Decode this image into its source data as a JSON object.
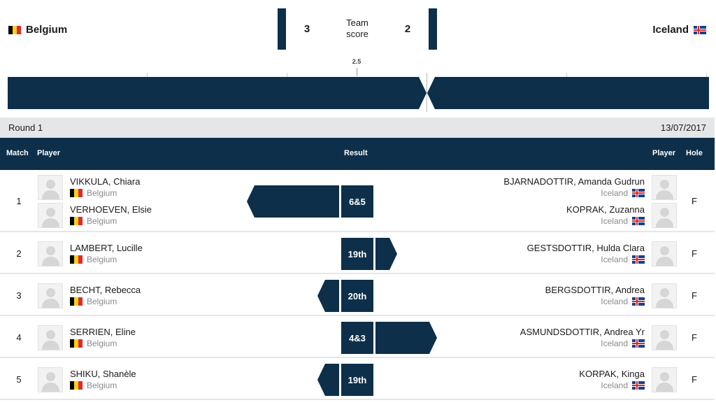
{
  "header": {
    "left_team": "Belgium",
    "right_team": "Iceland",
    "left_score": "3",
    "right_score": "2",
    "score_label_line1": "Team",
    "score_label_line2": "score",
    "midpoint_value": "2.5"
  },
  "round": {
    "label": "Round 1",
    "date": "13/07/2017"
  },
  "table_header": {
    "match": "Match",
    "player_left": "Player",
    "result": "Result",
    "player_right": "Player",
    "hole": "Hole"
  },
  "matches": [
    {
      "number": "1",
      "result": "6&5",
      "winner": "left",
      "margin_holes": 6,
      "hole": "F",
      "left_players": [
        {
          "name": "VIKKULA, Chiara",
          "country": "Belgium"
        },
        {
          "name": "VERHOEVEN, Elsie",
          "country": "Belgium"
        }
      ],
      "right_players": [
        {
          "name": "BJARNADOTTIR, Amanda Gudrun",
          "country": "Iceland"
        },
        {
          "name": "KOPRAK, Zuzanna",
          "country": "Iceland"
        }
      ]
    },
    {
      "number": "2",
      "result": "19th",
      "winner": "right",
      "margin_holes": 1,
      "hole": "F",
      "left_players": [
        {
          "name": "LAMBERT, Lucille",
          "country": "Belgium"
        }
      ],
      "right_players": [
        {
          "name": "GESTSDOTTIR, Hulda Clara",
          "country": "Iceland"
        }
      ]
    },
    {
      "number": "3",
      "result": "20th",
      "winner": "left",
      "margin_holes": 1,
      "hole": "F",
      "left_players": [
        {
          "name": "BECHT, Rebecca",
          "country": "Belgium"
        }
      ],
      "right_players": [
        {
          "name": "BERGSDOTTIR, Andrea",
          "country": "Iceland"
        }
      ]
    },
    {
      "number": "4",
      "result": "4&3",
      "winner": "right",
      "margin_holes": 4,
      "hole": "F",
      "left_players": [
        {
          "name": "SERRIEN, Eline",
          "country": "Belgium"
        }
      ],
      "right_players": [
        {
          "name": "ASMUNDSDOTTIR, Andrea Yr",
          "country": "Iceland"
        }
      ]
    },
    {
      "number": "5",
      "result": "19th",
      "winner": "left",
      "margin_holes": 1,
      "hole": "F",
      "left_players": [
        {
          "name": "SHIKU, Shanèle",
          "country": "Belgium"
        }
      ],
      "right_players": [
        {
          "name": "KORPAK, Kinga",
          "country": "Iceland"
        }
      ]
    }
  ],
  "colors": {
    "navy": "#0d2f4a",
    "round_bar": "#e4e6e8"
  }
}
